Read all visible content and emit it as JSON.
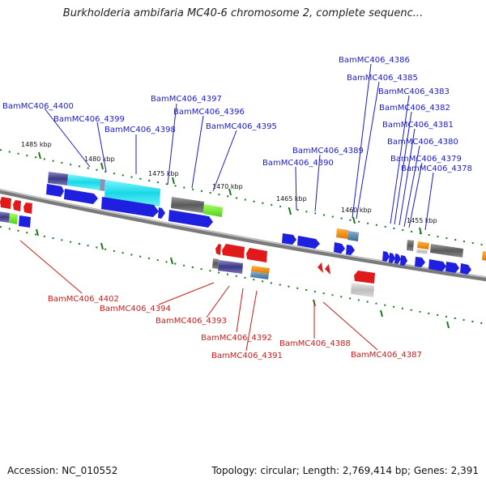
{
  "title": "Burkholderia ambifaria MC40-6 chromosome 2, complete sequenc...",
  "footer": {
    "accession": "Accession: NC_010552",
    "summary": "Topology: circular; Length: 2,769,414 bp; Genes: 2,391"
  },
  "colors": {
    "top_label": "#1a1acc",
    "bottom_label": "#cc1a1a",
    "forward": "#1f1fe0",
    "reverse": "#e01a1a",
    "backbone": "#8c8c8c",
    "tick": "#1a7a1a"
  },
  "ticks": [
    "1485 kbp",
    "1480 kbp",
    "1475 kbp",
    "1470 kbp",
    "1465 kbp",
    "1460 kbp",
    "1455 kbp"
  ],
  "top_labels": [
    "BamMC406_4400",
    "BamMC406_4399",
    "BamMC406_4398",
    "BamMC406_4397",
    "BamMC406_4396",
    "BamMC406_4395",
    "BamMC406_4389",
    "BamMC406_4390",
    "BamMC406_4386",
    "BamMC406_4385",
    "BamMC406_4383",
    "BamMC406_4382",
    "BamMC406_4381",
    "BamMC406_4380",
    "BamMC406_4379",
    "BamMC406_4378"
  ],
  "bottom_labels": [
    "BamMC406_4402",
    "BamMC406_4394",
    "BamMC406_4393",
    "BamMC406_4392",
    "BamMC406_4391",
    "BamMC406_4388",
    "BamMC406_4387"
  ]
}
